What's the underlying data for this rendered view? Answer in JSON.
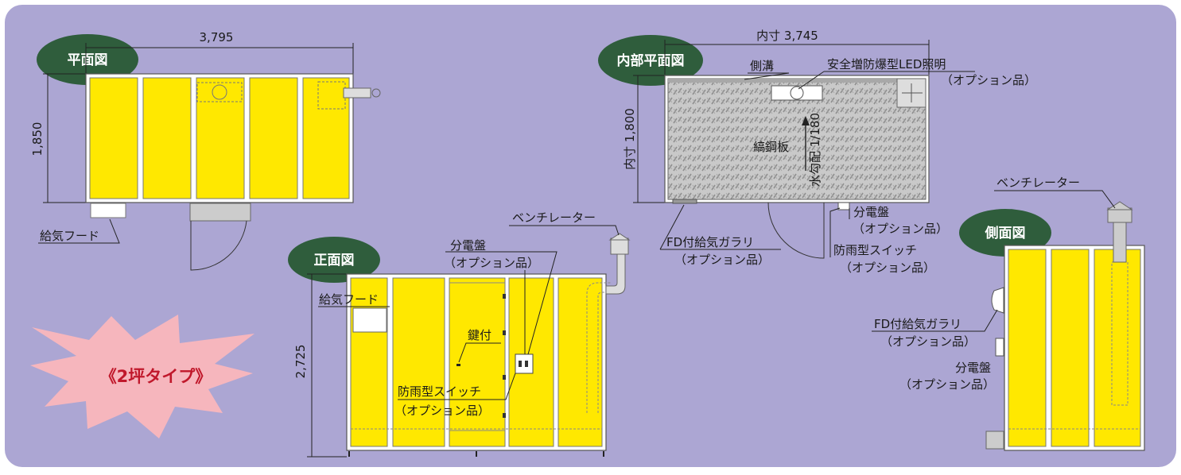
{
  "colors": {
    "background": "#aca6d3",
    "panel_fill": "#ffe800",
    "title_oval": "#2f5d3c",
    "burst": "#f6b6bd",
    "badge_text": "#c0182b",
    "floor_plate": "#bdbdbd"
  },
  "plan_view": {
    "title": "平面図",
    "width_dim": "3,795",
    "depth_dim": "1,850",
    "intake_hood": "給気フード"
  },
  "front_view": {
    "title": "正面図",
    "height_dim": "2,725",
    "intake_hood": "給気フード",
    "lock": "鍵付",
    "panel_board": "分電盤",
    "panel_board_option": "（オプション品）",
    "switch": "防雨型スイッチ",
    "switch_option": "（オプション品）",
    "ventilator": "ベンチレーター"
  },
  "interior_plan": {
    "title": "内部平面図",
    "width_dim": "内寸 3,745",
    "depth_dim": "内寸 1,800",
    "side_gutter": "側溝",
    "led_light": "安全増防爆型LED照明",
    "led_option": "（オプション品）",
    "checker_plate": "縞鋼板",
    "slope": "水勾配 1/180",
    "louver": "FD付給気ガラリ",
    "louver_option": "（オプション品）",
    "panel_board": "分電盤",
    "panel_board_option": "（オプション品）",
    "switch": "防雨型スイッチ",
    "switch_option": "（オプション品）"
  },
  "side_view": {
    "title": "側面図",
    "ventilator": "ベンチレーター",
    "louver": "FD付給気ガラリ",
    "louver_option": "（オプション品）",
    "panel_board": "分電盤",
    "panel_board_option": "（オプション品）"
  },
  "badge": {
    "text": "《2坪タイプ》"
  }
}
